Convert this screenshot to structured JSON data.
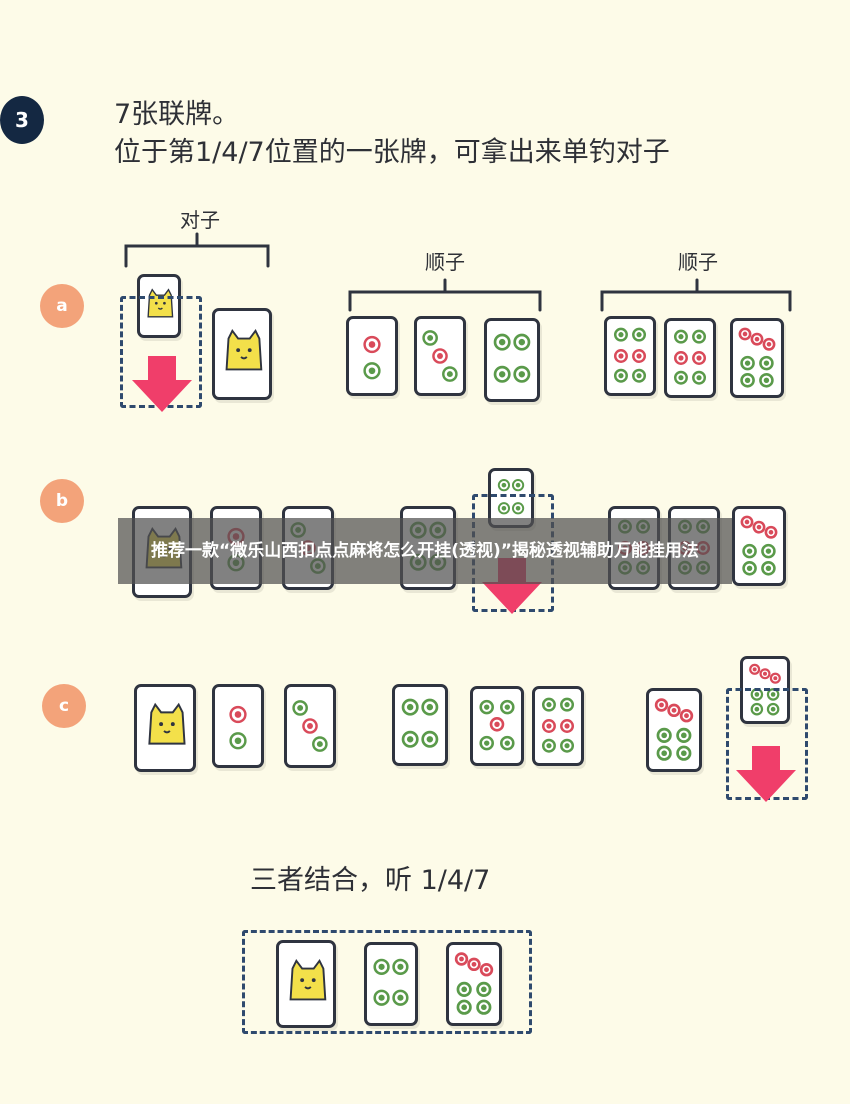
{
  "step": {
    "number": "3",
    "line1": "7张联牌。",
    "line2": "位于第1/4/7位置的一张牌，可拿出来单钓对子"
  },
  "rows": {
    "a": "a",
    "b": "b",
    "c": "c"
  },
  "labels": {
    "pair": "对子",
    "run1": "顺子",
    "run2": "顺子"
  },
  "overlay": {
    "text": "推荐一款“微乐山西扣点点麻将怎么开挂(透视)”揭秘透视辅助万能挂用法"
  },
  "conclusion": {
    "text": "三者结合，听 1/4/7"
  },
  "colors": {
    "green": "#5a9a4a",
    "red": "#d94a5a",
    "arrow": "#f03e6a",
    "navy": "#142842",
    "badge": "#f3a37a",
    "cat": "#f3e04a"
  },
  "tiles": {
    "cat": "cat-tile",
    "two_dots": "two-circles-tile",
    "three_dots": "three-circles-tile",
    "four_dots": "four-circles-tile",
    "five_dots": "five-circles-tile",
    "six_dots": "six-circles-tile",
    "seven_dots": "seven-circles-tile"
  }
}
